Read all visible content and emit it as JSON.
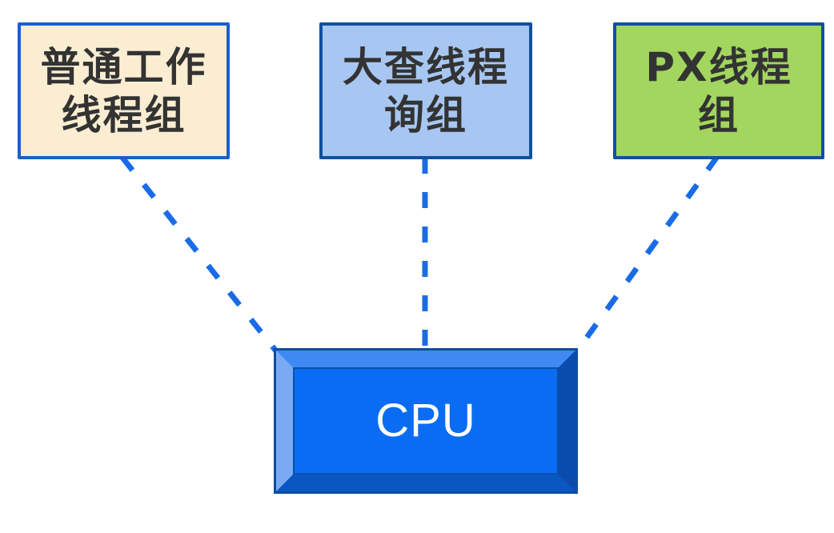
{
  "diagram": {
    "background": "#FFFFFF",
    "connector_color": "#1A6CE6",
    "nodes": [
      {
        "id": "normal-worker-thread-group",
        "lines": [
          "普通工作",
          "线程组"
        ],
        "fill": "#FAEDD2",
        "border": "#1B5FC8",
        "text_color": "#333333"
      },
      {
        "id": "large-query-thread-group",
        "lines": [
          "大查线程",
          "询组"
        ],
        "fill": "#A7C7F2",
        "border": "#10519F",
        "text_color": "#333333"
      },
      {
        "id": "px-thread-group",
        "lines": [
          "PX线程",
          "组"
        ],
        "fill": "#A2D65F",
        "border": "#10519F",
        "text_color": "#333333"
      }
    ],
    "cpu": {
      "label": "CPU",
      "face": "#0A6CF2",
      "bevel_top": "#3E8AF2",
      "bevel_left": "#7AAAF4",
      "bevel_right": "#0B4BAD",
      "bevel_bottom": "#0A57C2",
      "outline": "#0D4DA0",
      "inner_line": "#0B50AA",
      "text_color": "#FFFFFF"
    }
  }
}
